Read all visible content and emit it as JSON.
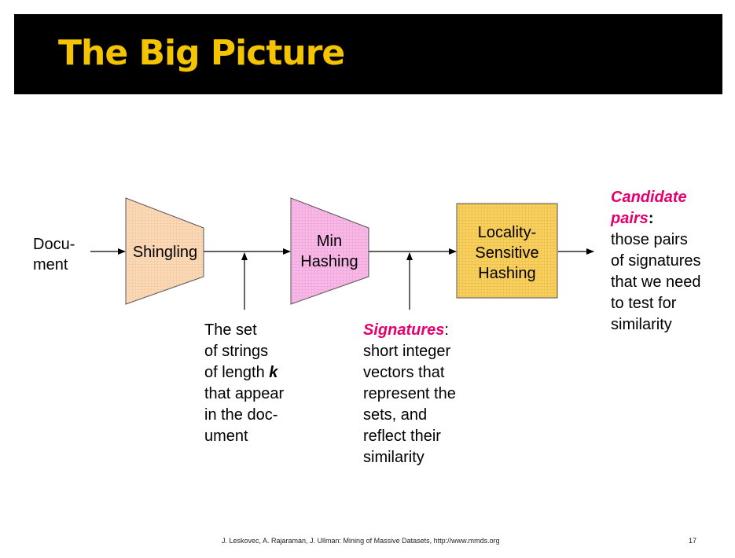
{
  "title": "The Big Picture",
  "input": {
    "line1": "Docu-",
    "line2": "ment"
  },
  "stages": {
    "shingling": "Shingling",
    "minhash": {
      "line1": "Min",
      "line2": "Hashing"
    },
    "lsh": {
      "line1": "Locality-",
      "line2": "Sensitive",
      "line3": "Hashing"
    }
  },
  "notes": {
    "shingles": {
      "line1": "The set",
      "line2": "of strings",
      "line3_pre": "of length ",
      "line3_k": "k",
      "line4": "that appear",
      "line5": "in the doc-",
      "line6": "ument"
    },
    "signatures": {
      "term": "Signatures",
      "colon": ":",
      "line2": "short integer",
      "line3": "vectors that",
      "line4": "represent the",
      "line5": "sets, and",
      "line6": "reflect their",
      "line7": "similarity"
    },
    "candidates": {
      "term1": "Candidate",
      "term2": "pairs",
      "colon": ":",
      "line3": "those pairs",
      "line4": "of signatures",
      "line5": "that we need",
      "line6": "to test for",
      "line7": "similarity"
    }
  },
  "footer": "J. Leskovec, A. Rajaraman, J. Ullman: Mining of Massive Datasets, http://www.mmds.org",
  "page_number": "17",
  "colors": {
    "title_bg": "#000000",
    "title_text": "#f5c400",
    "shingling_fill": "#fcd9b6",
    "minhash_fill": "#f9b9e8",
    "lsh_fill": "#f9cf5f",
    "highlight_text": "#e6006e"
  }
}
